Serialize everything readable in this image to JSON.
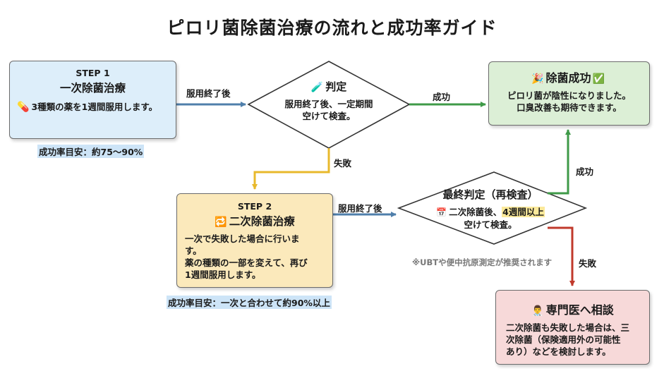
{
  "title": "ピロリ菌除菌治療の流れと成功率ガイド",
  "step1": {
    "step": "STEP 1",
    "heading": "一次除菌治療",
    "icon": "pill-icon",
    "text": "3種類の薬を1週間服用します。",
    "rate": "成功率目安：約75〜90%"
  },
  "judge1": {
    "icon": "test-tube-icon",
    "heading": "判定",
    "line1": "服用終了後、一定期間",
    "line2": "空けて検査。"
  },
  "success": {
    "icon": "party-popper-icon",
    "heading": "除菌成功",
    "check_icon": "check-mark-icon",
    "line1": "ピロリ菌が陰性になりました。",
    "line2": "口臭改善も期待できます。"
  },
  "step2": {
    "step": "STEP 2",
    "icon": "repeat-icon",
    "heading": "二次除菌治療",
    "line1": "一次で失敗した場合に行いま",
    "line2": "す。",
    "line3": "薬の種類の一部を変えて、再び",
    "line4": "1週間服用します。",
    "rate": "成功率目安：一次と合わせて約90%以上"
  },
  "judge2": {
    "heading": "最終判定（再検査）",
    "icon": "calendar-icon",
    "line1_pre": "二次除菌後、",
    "line1_mark": "4週間以上",
    "line2": "空けて検査。",
    "note": "※UBTや便中抗原測定が推奨されます"
  },
  "specialist": {
    "icon": "doctor-icon",
    "heading": "専門医へ相談",
    "line1": "二次除菌も失敗した場合は、三",
    "line2": "次除菌（保険適用外の可能性",
    "line3": "あり）などを検討します。"
  },
  "arrows": {
    "a1": "服用終了後",
    "a2": "成功",
    "a3": "失敗",
    "a4": "服用終了後",
    "a5": "成功",
    "a6": "失敗"
  },
  "colors": {
    "blue_arrow": "#4f7fab",
    "green_arrow": "#3f9a48",
    "yellow_arrow": "#e8b92c",
    "red_arrow": "#c0392b"
  }
}
